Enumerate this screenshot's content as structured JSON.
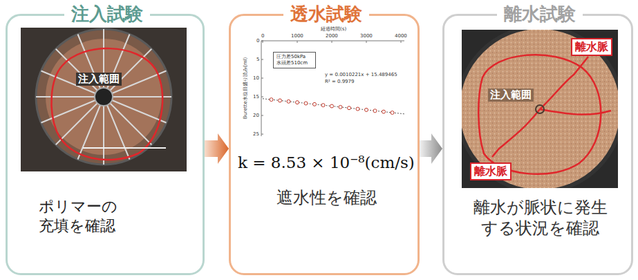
{
  "diagram": {
    "nodes": [
      {
        "text": [
          "注入試験",
          "ポリマーの 充填を確認"
        ]
      },
      {
        "text": [
          "透水試験",
          "k = 8.53 × 10⁻⁸(cm/s)",
          "遮水性を確認"
        ]
      },
      {
        "text": [
          "圧力差50kPa 水頭差510cm"
        ],
        "in": 1
      },
      {
        "text": [
          "離水試験",
          "離水が脈状に発生 する状況を確認"
        ]
      },
      {
        "text": [
          "離水脈"
        ],
        "in": 3
      },
      {
        "text": [
          "離水脈"
        ],
        "in": 3
      }
    ],
    "edges": [
      {
        "from": 0,
        "to": 1,
        "arrow": "to"
      },
      {
        "from": 1,
        "to": 3,
        "arrow": "to"
      }
    ],
    "labels": [
      "注入範囲",
      "経過時間(s)",
      "0",
      "1000",
      "2000",
      "3000",
      "4000",
      "0",
      "5",
      "10",
      "15",
      "20",
      "25",
      "Burette水位目盛り読み(ml)",
      "y = 0.0010221x + 15.489465",
      "R² = 0.9979",
      "注入範囲"
    ]
  }
}
